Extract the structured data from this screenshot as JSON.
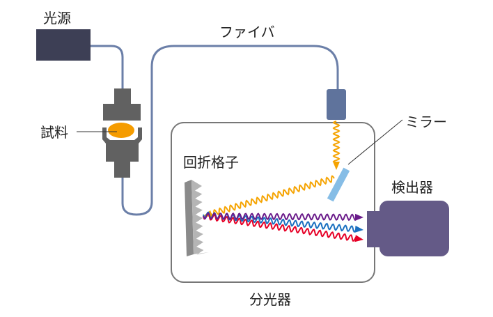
{
  "labels": {
    "light_source": "光源",
    "fiber": "ファイバ",
    "sample": "試料",
    "mirror": "ミラー",
    "grating": "回折格子",
    "detector": "検出器",
    "spectrometer": "分光器"
  },
  "colors": {
    "fiber": "#6b7fa8",
    "light_source": "#3d3f55",
    "holder": "#616161",
    "sample": "#f59c00",
    "mirror": "#86bde6",
    "detector": "#645a87",
    "wave_orange": "#f5a300",
    "wave_purple": "#6a1b8a",
    "wave_blue": "#1a6fc0",
    "wave_red": "#e60026"
  }
}
